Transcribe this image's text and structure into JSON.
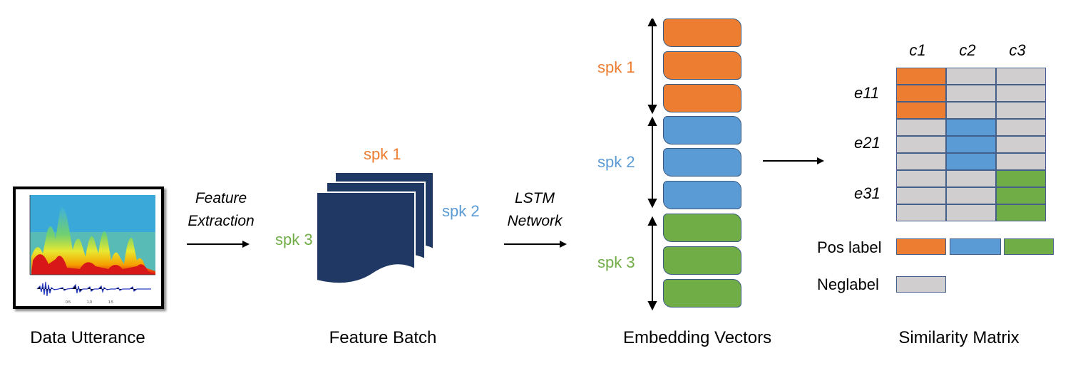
{
  "colors": {
    "spk1": "#ED7D31",
    "spk2": "#5B9BD5",
    "spk3": "#70AD47",
    "neg": "#D0CECE",
    "batch": "#1F3864",
    "grid_border": "#44608A"
  },
  "captions": {
    "data_utterance": "Data Utterance",
    "feature_batch": "Feature Batch",
    "embedding_vectors": "Embedding Vectors",
    "similarity_matrix": "Similarity Matrix"
  },
  "steps": {
    "feature_extraction_line1": "Feature",
    "feature_extraction_line2": "Extraction",
    "lstm_line1": "LSTM",
    "lstm_line2": "Network"
  },
  "batch_labels": {
    "spk1": "spk 1",
    "spk2": "spk 2",
    "spk3": "spk 3"
  },
  "embedding_labels": {
    "spk1": "spk 1",
    "spk2": "spk 2",
    "spk3": "spk 3"
  },
  "matrix": {
    "columns": [
      "c1",
      "c2",
      "c3"
    ],
    "rows": [
      "e11",
      "e21",
      "e31"
    ],
    "highlight": [
      0,
      0,
      0,
      1,
      1,
      1,
      2,
      2,
      2
    ]
  },
  "legend": {
    "pos_label": "Pos label",
    "neg_label": "Neglabel"
  }
}
